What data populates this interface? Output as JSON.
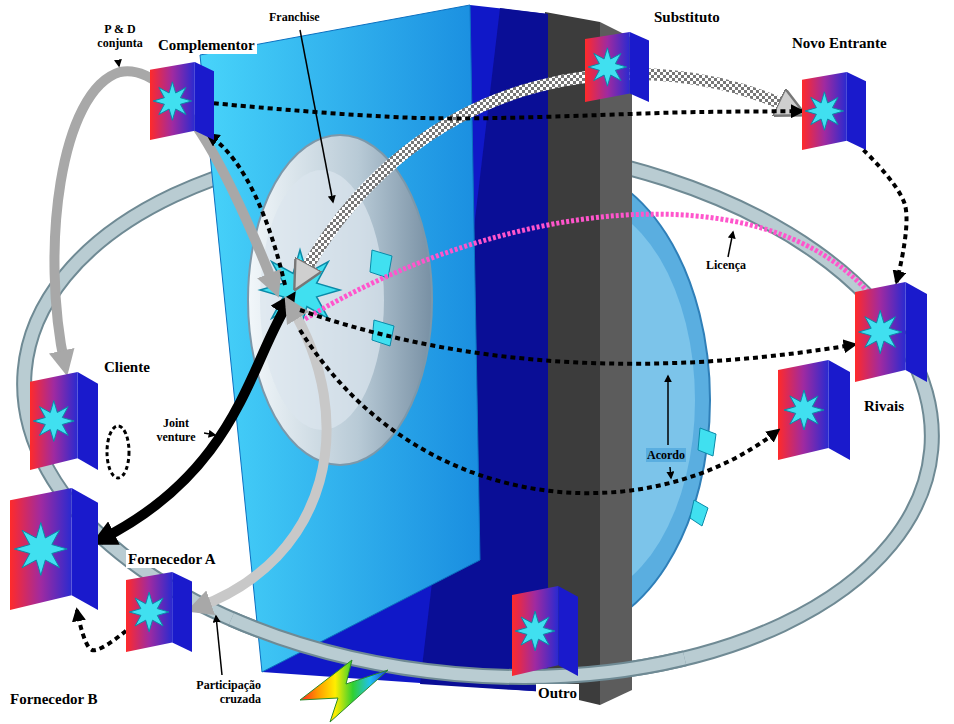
{
  "diagram": {
    "nodes": [
      {
        "text": [
          "Complementor"
        ]
      },
      {
        "text": [
          "Substituto"
        ]
      },
      {
        "text": [
          "Novo Entrante"
        ]
      },
      {
        "text": [
          "Cliente"
        ]
      },
      {
        "text": [
          "Rivais"
        ]
      },
      {
        "text": [
          "Fornecedor A"
        ]
      },
      {
        "text": [
          "Fornecedor B"
        ]
      },
      {
        "text": [
          "Outro"
        ]
      }
    ],
    "edges": [
      {
        "from": 0,
        "to": 2,
        "arrow": "to"
      },
      {
        "from": 2,
        "to": 4,
        "arrow": "to"
      },
      {
        "from": 6,
        "to": 5,
        "arrow": "to"
      }
    ],
    "labels": [
      "P & D conjunta",
      "Franchise",
      "Licença",
      "Joint venture",
      "Acordo",
      "Participação cruzada"
    ]
  }
}
